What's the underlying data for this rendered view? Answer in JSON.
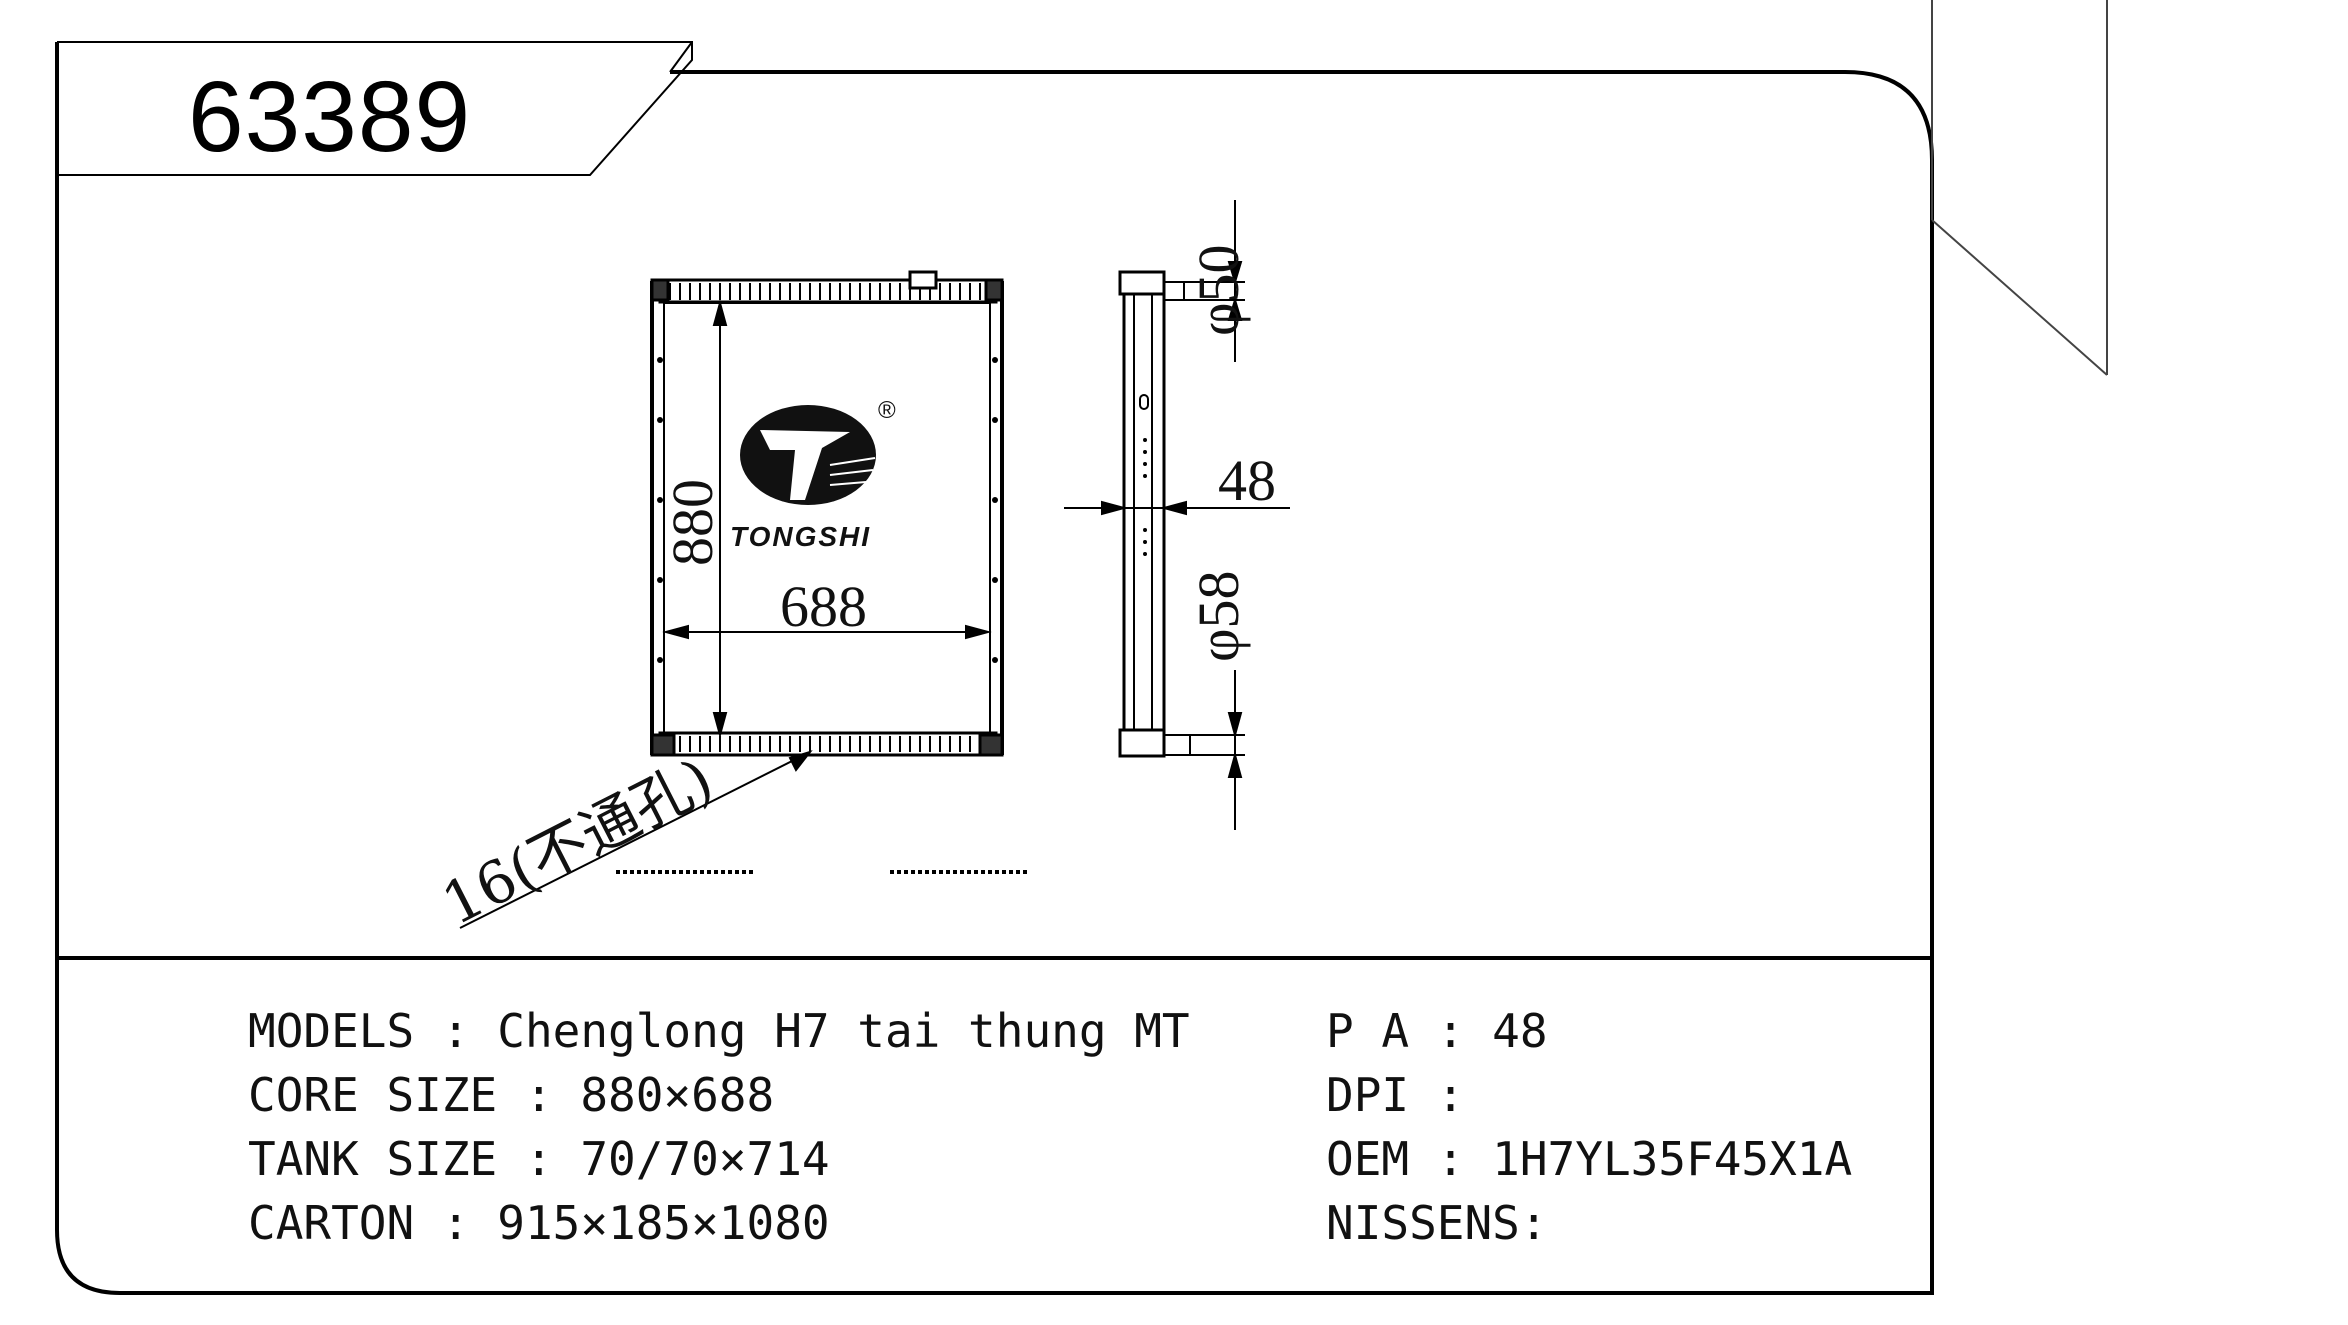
{
  "part_number": "63389",
  "logo": {
    "brand": "TONGSHI",
    "mark": "®"
  },
  "dimensions": {
    "height": "880",
    "width": "688",
    "pa_depth": "48",
    "upper_pipe": "φ50",
    "lower_pipe": "φ58",
    "note": "16(不通孔)"
  },
  "specs": {
    "models": "MODELS : Chenglong H7 tai thung MT",
    "core_size": "CORE SIZE : 880×688",
    "tank_size": "TANK SIZE : 70/70×714",
    "carton": "CARTON : 915×185×1080",
    "pa": "P A : 48",
    "dpi": "DPI :",
    "oem": "OEM : 1H7YL35F45X1A",
    "nissens": "NISSENS:"
  }
}
